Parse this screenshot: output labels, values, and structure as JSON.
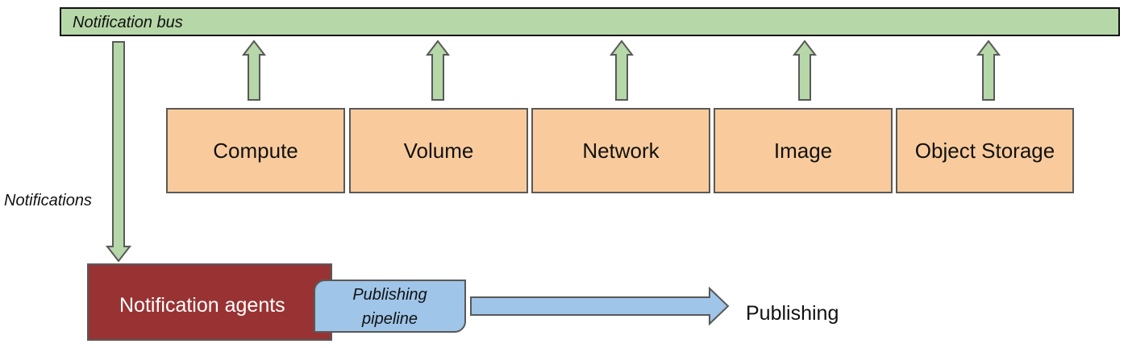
{
  "bus": {
    "label": "Notification bus"
  },
  "services": [
    {
      "label": "Compute"
    },
    {
      "label": "Volume"
    },
    {
      "label": "Network"
    },
    {
      "label": "Image"
    },
    {
      "label": "Object Storage"
    }
  ],
  "notifications_label": "Notifications",
  "agents": {
    "label": "Notification agents"
  },
  "pipeline": {
    "line1": "Publishing",
    "line2": "pipeline"
  },
  "publishing_label": "Publishing",
  "colors": {
    "bus": "#b6d7a8",
    "service": "#f9cb9c",
    "agents": "#993333",
    "pipeline": "#9fc5e8",
    "arrow_green": "#b6d7a8",
    "arrow_blue": "#9fc5e8"
  }
}
